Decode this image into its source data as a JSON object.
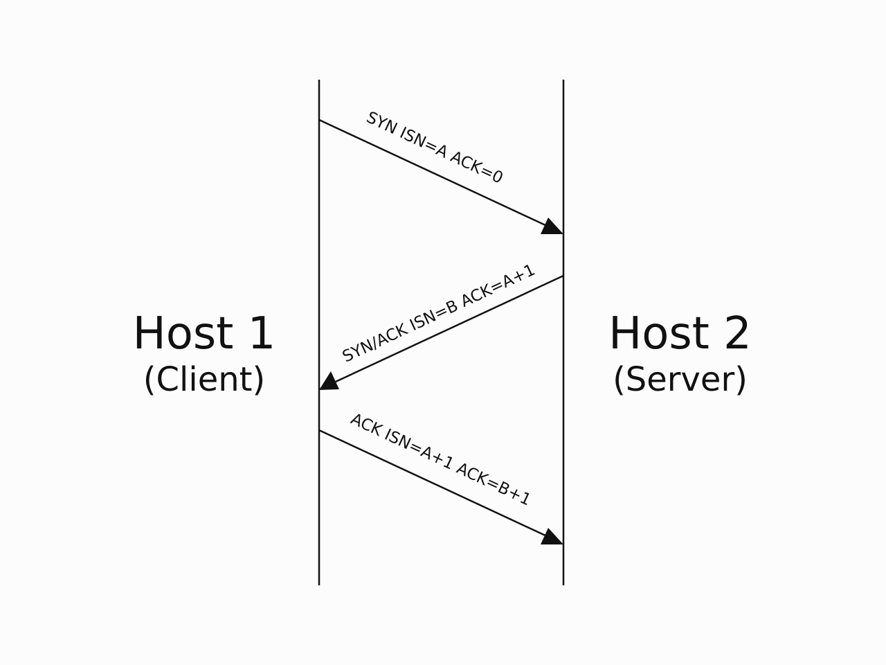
{
  "hosts": {
    "left": {
      "name": "Host 1",
      "role": "(Client)"
    },
    "right": {
      "name": "Host 2",
      "role": "(Server)"
    }
  },
  "messages": [
    {
      "label": "SYN ISN=A ACK=0",
      "direction": "client-to-server"
    },
    {
      "label": "SYN/ACK ISN=B ACK=A+1",
      "direction": "server-to-client"
    },
    {
      "label": "ACK ISN=A+1 ACK=B+1",
      "direction": "client-to-server"
    }
  ],
  "colors": {
    "line": "#111111",
    "background": "#fcfcfc"
  }
}
